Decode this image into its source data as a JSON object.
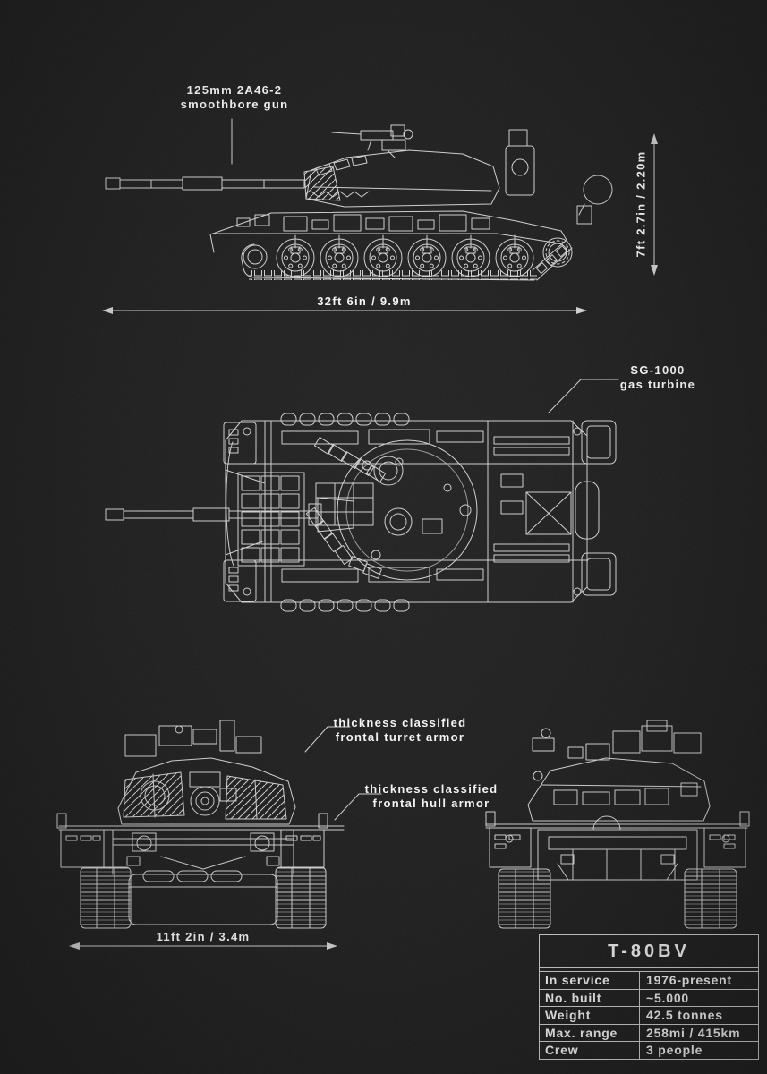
{
  "title": "T-80BV",
  "annotations": {
    "gun": {
      "line1": "125mm 2A46-2",
      "line2": "smoothbore gun"
    },
    "turbine": {
      "line1": "SG-1000",
      "line2": "gas turbine"
    },
    "turret_armor": {
      "line1": "thickness classified",
      "line2": "frontal turret armor"
    },
    "hull_armor": {
      "line1": "thickness classified",
      "line2": "frontal hull armor"
    }
  },
  "dimensions": {
    "height": "7ft 2.7in / 2.20m",
    "length": "32ft 6in / 9.9m",
    "width": "11ft 2in / 3.4m"
  },
  "spec_table": {
    "title": "T-80BV",
    "rows": [
      {
        "label": "In service",
        "value": "1976-present"
      },
      {
        "label": "No. built",
        "value": "~5.000"
      },
      {
        "label": "Weight",
        "value": "42.5 tonnes"
      },
      {
        "label": "Max. range",
        "value": "258mi / 415km"
      },
      {
        "label": "Crew",
        "value": "3 people"
      }
    ]
  },
  "colors": {
    "background": "#1f1f1f",
    "line": "#d9d9d9",
    "text": "#f2f2f2"
  }
}
